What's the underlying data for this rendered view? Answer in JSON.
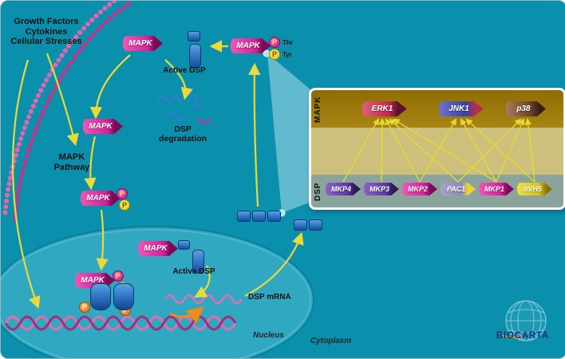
{
  "labels": {
    "stimuli": {
      "line1": "Growth Factors",
      "line2": "Cytokines",
      "line3": "Cellular Stresses"
    },
    "pathway": {
      "line1": "MAPK",
      "line2": "Pathway"
    },
    "degradation": {
      "line1": "DSP",
      "line2": "degradation"
    },
    "active_dsp": "Active DSP",
    "dsp_mrna": "DSP mRNA",
    "nucleus": "Nucleus",
    "cytoplasm": "Cytoplasm",
    "phospho": "P",
    "thr": "Thr",
    "tyr": "Tyr"
  },
  "proteins": {
    "mapk": "MAPK",
    "erk1": "ERK1",
    "jnk1": "JNK1",
    "p38": "p38",
    "mkp4": "MKP4",
    "mkp3": "MKP3",
    "mkp2": "MKP2",
    "pac1": "PAC1",
    "mkp1": "MKP1",
    "hvh5": "hVH5"
  },
  "panel": {
    "mapk_band": "MAPK",
    "dsp_band": "DSP"
  },
  "logo": {
    "text": "BIOCARTA"
  },
  "colors": {
    "background": "#0a90ac",
    "nucleus_fill": "#31a8c2",
    "mapk_tag": "#d6219c",
    "dsp_blue": "#2a6fc0",
    "arrow_yellow": "#e8da3a",
    "orange_arrow": "#f28a1a",
    "membrane_pink": "#e765ad",
    "dna_pink": "#e26db4",
    "panel_mapk_band": "#a07a00",
    "panel_mid_band": "#cdc07c",
    "panel_dsp_band": "#8aa49c",
    "beam": "#cdeef6"
  }
}
